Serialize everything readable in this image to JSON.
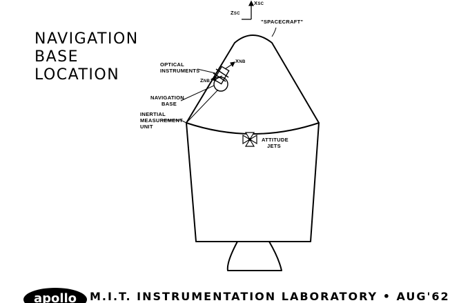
{
  "title": {
    "line1": "NAVIGATION",
    "line2": "BASE",
    "line3": "LOCATION"
  },
  "axes": {
    "x_sc": "X",
    "x_sc_sub": "SC",
    "z_sc": "Z",
    "z_sc_sub": "SC",
    "x_nb": "X",
    "x_nb_sub": "nb",
    "z_nb": "Z",
    "z_nb_sub": "nb"
  },
  "labels": {
    "spacecraft": "\"SPACECRAFT\"",
    "optical_1": "OPTICAL",
    "optical_2": "INSTRUMENTS",
    "navbase_1": "NAVIGATION",
    "navbase_2": "BASE",
    "imu_1": "INERTIAL",
    "imu_2": "MEASUREMENT",
    "imu_3": "UNIT",
    "jets_1": "ATTITUDE",
    "jets_2": "JETS"
  },
  "footer": {
    "logo": "apollo",
    "lab": "M.I.T. INSTRUMENTATION LABORATORY • AUG'62"
  }
}
